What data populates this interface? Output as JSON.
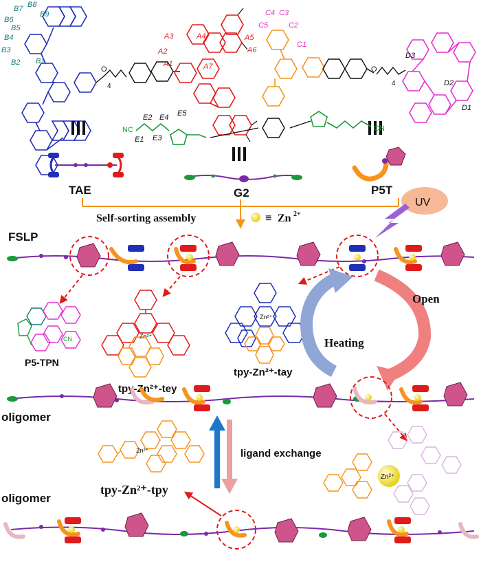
{
  "labels": {
    "B1": "B1",
    "B2": "B2",
    "B3": "B3",
    "B4": "B4",
    "B5": "B5",
    "B6": "B6",
    "B7": "B7",
    "B8": "B8",
    "B9": "B9",
    "A1": "A1",
    "A2": "A2",
    "A3": "A3",
    "A4": "A4",
    "A5": "A5",
    "A6": "A6",
    "A7": "A7",
    "C1": "C1",
    "C2": "C2",
    "C3": "C3",
    "C4": "C4",
    "C5": "C5",
    "D1": "D1",
    "D2": "D2",
    "D3": "D3",
    "E1": "E1",
    "E2": "E2",
    "E3": "E3",
    "E4": "E4",
    "E5": "E5",
    "linker_index_left": "4",
    "linker_index_right": "4",
    "cn_left": "NC",
    "cn_right": "CN",
    "o_atom": "O",
    "n_atom": "N"
  },
  "components": {
    "tae": "TAE",
    "g2": "G2",
    "p5t": "P5T"
  },
  "assembly": {
    "label": "Self-sorting assembly",
    "equiv": "≡",
    "zn": "Zn",
    "zn_charge": "2+"
  },
  "stimuli": {
    "uv": "UV",
    "open": "Open",
    "heating": "Heating",
    "ligand_exchange": "ligand exchange"
  },
  "polymers": {
    "fslp": "FSLP",
    "oligomer1": "oligomer",
    "oligomer2": "oligomer"
  },
  "complexes": {
    "p5tpn": "P5-TPN",
    "tey": "tpy-Zn²⁺-tey",
    "tay": "tpy-Zn²⁺-tay",
    "tpy": "tpy-Zn²⁺-tpy",
    "zn_small": "Zn²⁺"
  },
  "colors": {
    "blue": "#1f2fb8",
    "red": "#e11b1b",
    "orange": "#f7931e",
    "magenta": "#e62fd1",
    "green": "#1a9a3a",
    "teal": "#1b7a7a",
    "purple": "#7a2aa8",
    "pink_box": "#d0548c",
    "yellow": "#f2e32a",
    "uv_bubble": "#f6b896",
    "uv_bolt": "#9a62d6",
    "arrow_blue": "#8fa6d6",
    "arrow_red": "#f08080",
    "exchange_blue": "#1f77c9",
    "exchange_pink": "#e8a0a0"
  }
}
